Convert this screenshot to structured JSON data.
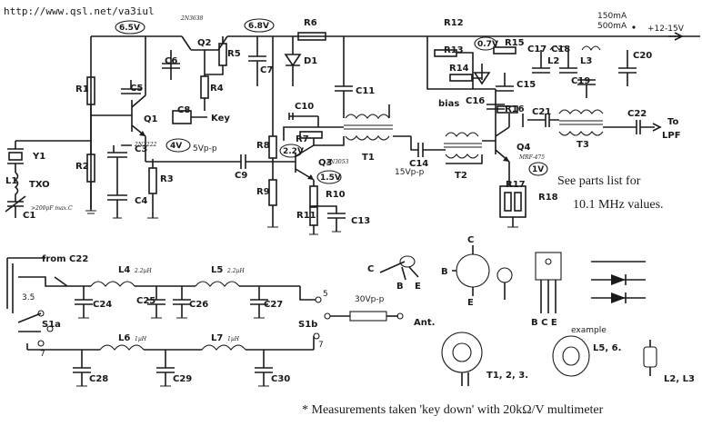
{
  "header": {
    "url": "http://www.qsl.net/va3iul"
  },
  "supply": {
    "current_rx": "150mA",
    "current_tx": "500mA",
    "voltage": "+12-15V"
  },
  "measurements": {
    "m1": "6.5V",
    "m2": "6.8V",
    "m3": "0.7V",
    "m4": "4V",
    "m5": "5Vp-p",
    "m6": "2.2V",
    "m7": "1.5V",
    "m8": "1V",
    "m9": "15Vp-p",
    "m10": "30Vp-p"
  },
  "components": {
    "Q1": "Q1",
    "Q1_type": "2N2222",
    "Q2": "Q2",
    "Q2_type": "2N3638",
    "Q3": "Q3",
    "Q3_type": "2N3053",
    "Q4": "Q4",
    "Q4_type": "MRF-475",
    "R1": "R1",
    "R2": "R2",
    "R3": "R3",
    "R4": "R4",
    "R5": "R5",
    "R6": "R6",
    "R7": "R7",
    "R8": "R8",
    "R9": "R9",
    "R10": "R10",
    "R11": "R11",
    "R12": "R12",
    "R13": "R13",
    "R14": "R14",
    "R15": "R15",
    "R16": "R16",
    "R17": "R17",
    "R18": "R18",
    "C1": "C1",
    "C3": "C3",
    "C4": "C4",
    "C5": "C5",
    "C6": "C6",
    "C7": "C7",
    "C8": "C8",
    "C9": "C9",
    "C10": "C10",
    "C11": "C11",
    "C13": "C13",
    "C14": "C14",
    "C15": "C15",
    "C16": "C16",
    "C17": "C17",
    "C18": "C18",
    "C19": "C19",
    "C20": "C20",
    "C21": "C21",
    "C22": "C22",
    "C24": "C24",
    "C25": "C25",
    "C26": "C26",
    "C27": "C27",
    "C28": "C28",
    "C29": "C29",
    "C30": "C30",
    "D1": "D1",
    "Y1": "Y1",
    "T1": "T1",
    "T2": "T2",
    "T3": "T3",
    "L1": "L1",
    "L2": "L2",
    "L3": "L3",
    "L4": "L4",
    "L4_val": "2.2µH",
    "L5": "L5",
    "L5_val": "2.2µH",
    "L6": "L6",
    "L6_val": "1µH",
    "L7": "L7",
    "L7_val": "1µH",
    "S1a": "S1a",
    "S1b": "S1b",
    "key": "Key",
    "bias": "bias",
    "txo": "TXO",
    "to": "To",
    "lpf": "LPF",
    "ant": "Ant.",
    "from": "from C22",
    "sw_35": "3.5",
    "sw_7": "7",
    "sw_5": "5",
    "c1_note": ">200pF max.C"
  },
  "notes": {
    "parts_line1": "See parts list for",
    "parts_line2": "10.1 MHz values.",
    "footnote": "* Measurements taken 'key down' with 20kΩ/V multimeter"
  },
  "legend": {
    "pin_c": "C",
    "pin_b": "B",
    "pin_e": "E",
    "bce": "B C E",
    "example": "example",
    "example_items": "L5, 6.",
    "toroid_t": "T1, 2, 3.",
    "inductors": "L2, L3"
  }
}
